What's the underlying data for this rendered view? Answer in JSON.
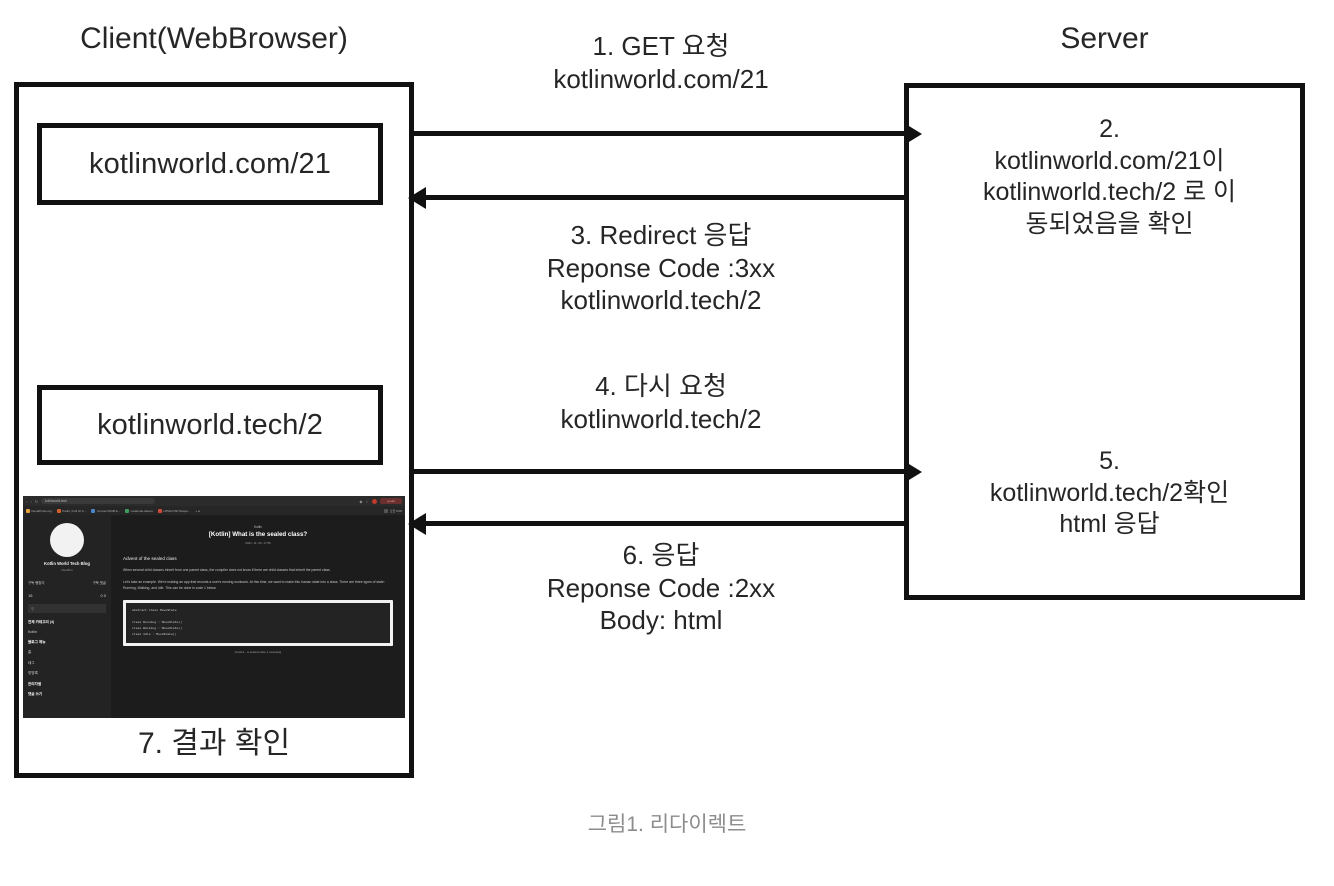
{
  "diagram": {
    "client_title": "Client(WebBrowser)",
    "server_title": "Server",
    "client_url_1": "kotlinworld.com/21",
    "client_url_2": "kotlinworld.tech/2",
    "result_label": "7. 결과 확인",
    "caption": "그림1. 리다이렉트",
    "server_notes": [
      "2.\nkotlinworld.com/21이\nkotlinworld.tech/2 로 이\n동되었음을 확인",
      "5.\nkotlinworld.tech/2확인\nhtml 응답"
    ],
    "arrow_labels": [
      "1. GET 요청\nkotlinworld.com/21",
      "3. Redirect 응답\nReponse Code :3xx\nkotlinworld.tech/2",
      "4. 다시 요청\nkotlinworld.tech/2",
      "6. 응답\nReponse Code :2xx\nBody: html"
    ],
    "colors": {
      "stroke": "#111111",
      "text": "#262626",
      "caption": "#8c8c8c",
      "background": "#ffffff"
    }
  },
  "screenshot": {
    "omnibox_url": "kotlinworld.tech",
    "window_button": "gmail",
    "bookmarks": [
      "DevelPosts.org",
      "Kotlin | Full UI C...",
      "Convert RGB &...",
      "notebook-tokens",
      "HTML/CSP Respo...",
      "+ w"
    ],
    "clock": "오전 9:06",
    "sidebar": {
      "blog_name": "Kotlin World Tech Blog",
      "blog_sub": "DevFilm",
      "stats_labels": [
        "구독 랭킹이",
        "구독 댓글"
      ],
      "stats_values": [
        "18",
        "0  0"
      ],
      "search_placeholder": "",
      "menu": [
        "전체 카테고리 (4)",
        "Kotlin",
        "블로그 메뉴",
        "홈",
        "테그",
        "방명록",
        "관리자별",
        "댓글 쓰기"
      ]
    },
    "post": {
      "kicker": "Kotlin",
      "title": "[Kotlin] What is the sealed class?",
      "date": "2021. 11. 26. 17:56",
      "heading": "Advent of the sealed class",
      "paragraph_1": "When several child classes inherit from one parent class, the compiler does not know if there are child classes that inherit the parent class.",
      "paragraph_2": "Let's take an example. We're making an app that records a user's running workouts. At this time, we want to make this human state into a class. There are three types of state: Running, Walking, and Idle. This can be done in code 1 below.",
      "code_lines": [
        "abstract class MoveState",
        "",
        "class Running : MoveState()",
        "class Walking : MoveState()",
        "class Idle : MoveState()"
      ],
      "code_caption": "[Code1 - a sealed state 1 example]"
    }
  }
}
